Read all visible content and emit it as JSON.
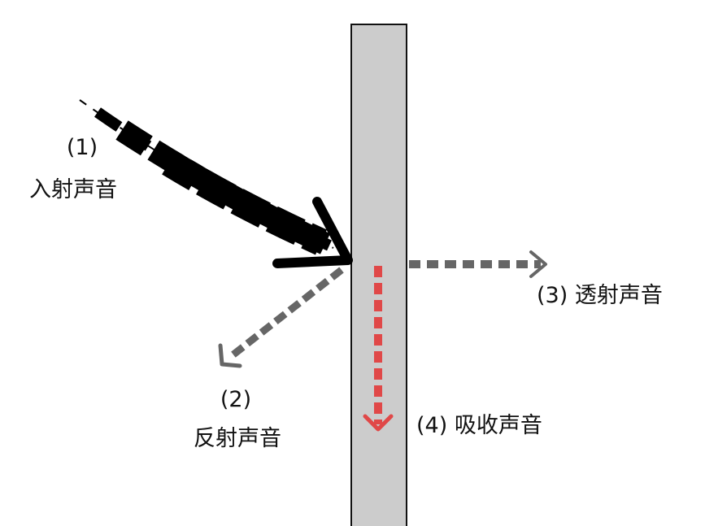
{
  "labels": {
    "incident_num": "(1)",
    "incident_text": "入射声音",
    "transmitted": "(3) 透射声音",
    "reflected_num": "(2)",
    "reflected_text": "反射声音",
    "absorbed": "(4)  吸收声音"
  },
  "colors": {
    "wall_fill": "#cccccc",
    "wall_stroke": "#111111",
    "incident": "#000000",
    "reflected": "#666666",
    "transmitted": "#666666",
    "absorbed": "#e04848"
  }
}
